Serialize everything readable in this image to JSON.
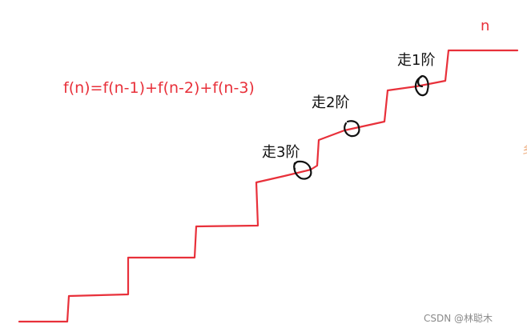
{
  "formula": "f(n)=f(n-1)+f(n-2)+f(n-3)",
  "top_label": "n",
  "step_labels": {
    "step1": "走1阶",
    "step2": "走2阶",
    "step3": "走3阶"
  },
  "watermark": "CSDN @林聪木",
  "edge_mark": "乡",
  "colors": {
    "stair_line": "#e8303a",
    "formula_text": "#e8303a",
    "step_label_text": "#111111",
    "step_marker": "#111111",
    "watermark_text": "#8a8a8a"
  }
}
